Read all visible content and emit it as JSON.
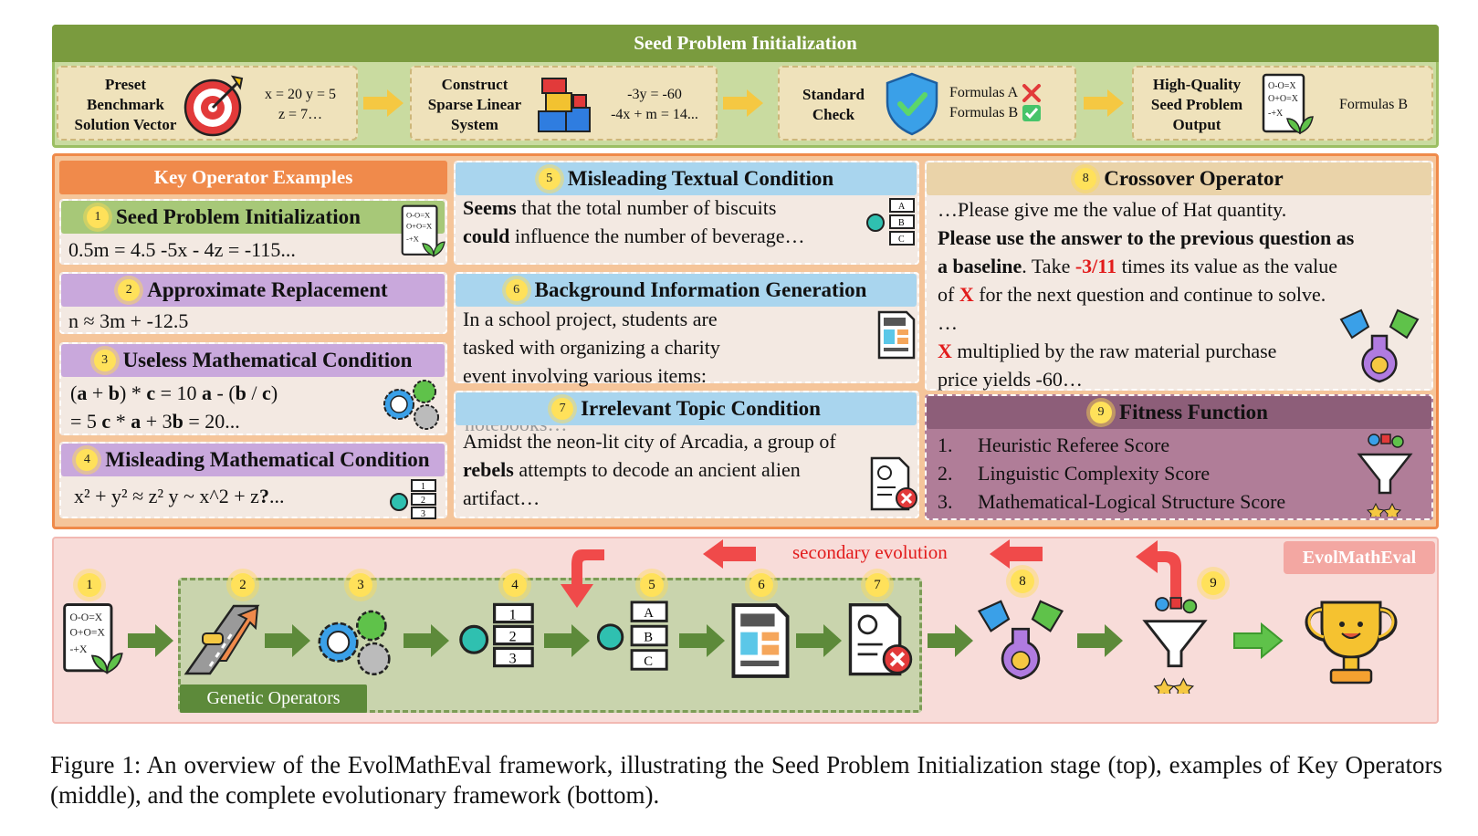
{
  "seed_stage": {
    "title": "Seed Problem Initialization",
    "steps": [
      {
        "label_lines": [
          "Preset",
          "Benchmark",
          "Solution Vector"
        ],
        "example_lines": [
          "x = 20  y = 5",
          "z = 7…"
        ],
        "icon": "target-icon"
      },
      {
        "label_lines": [
          "Construct",
          "Sparse Linear",
          "System"
        ],
        "example_lines": [
          "-3y = -60",
          "-4x + m = 14..."
        ],
        "icon": "blocks-icon"
      },
      {
        "label_lines": [
          "Standard",
          "Check"
        ],
        "example_lines": [
          "Formulas A",
          "Formulas B"
        ],
        "icon": "shield-check-icon"
      },
      {
        "label_lines": [
          "High-Quality",
          "Seed Problem",
          "Output"
        ],
        "example_lines": [
          "Formulas B"
        ],
        "icon": "formula-sheet-icon"
      }
    ],
    "colors": {
      "header": "#7a9b3e",
      "band": "#c9dba0",
      "arrow": "#f5c842"
    }
  },
  "key_operators": {
    "title": "Key Operator Examples",
    "items": [
      {
        "num": "1",
        "title": "Seed Problem Initialization",
        "lines": [
          "0.5m = 4.5  -5x - 4z = -115..."
        ]
      },
      {
        "num": "2",
        "title": "Approximate Replacement",
        "lines": [
          "n ≈ 3m + -12.5"
        ]
      },
      {
        "num": "3",
        "title": "Useless Mathematical Condition",
        "parts": {
          "a": "(",
          "b": "a",
          "c": " + ",
          "d": "b",
          "e": ") * ",
          "f": "c",
          "g": " = 10  ",
          "h": "a",
          "i": " - (",
          "j": "b",
          "k": " / ",
          "l": "c",
          "m": ")",
          "n": "= 5  ",
          "o": "c",
          "p": " * ",
          "q": "a",
          "r": " + 3",
          "s": "b",
          "t": " = 20..."
        }
      },
      {
        "num": "4",
        "title": "Misleading Mathematical Condition",
        "parts": {
          "a": "x² + y² ≈ z²  y ~ x^2 + z",
          "b": "?",
          "c": "..."
        }
      },
      {
        "num": "5",
        "title": "Misleading Textual Condition",
        "parts": {
          "a": "Seems",
          "b": " that the total number of biscuits",
          "c": "could",
          "d": " influence the number of beverage…"
        }
      },
      {
        "num": "6",
        "title": "Background Information Generation",
        "lines": [
          "In a school project, students are",
          "tasked with organizing a charity",
          "event involving various items:"
        ]
      },
      {
        "num": "7",
        "title": "Irrelevant Topic Condition",
        "parts": {
          "a": "notebooks…",
          "b": "Amidst the neon-lit city of Arcadia, a group of",
          "c": "rebels",
          "d": " attempts to decode an ancient alien",
          "e": "artifact…"
        }
      },
      {
        "num": "8",
        "title": "Crossover Operator",
        "parts": {
          "a": "…Please give me the value of Hat quantity.",
          "b": "Please use the answer to the previous question as",
          "c": "a baseline",
          "d": ". Take ",
          "e": "-3/11",
          "f": " times its value as the value",
          "g": "of ",
          "h": "X",
          "i": " for the next question and continue to solve.",
          "j": "…",
          "k": "X",
          "l": " multiplied by the raw material purchase",
          "m": "price yields -60…"
        }
      },
      {
        "num": "9",
        "title": "Fitness Function",
        "list": [
          {
            "n": "1.",
            "t": "Heuristic Referee Score"
          },
          {
            "n": "2.",
            "t": "Linguistic Complexity Score"
          },
          {
            "n": "3.",
            "t": "Mathematical-Logical Structure Score"
          }
        ]
      }
    ],
    "colors": {
      "band": "#f5c59a",
      "border": "#ef8a4a",
      "title_bg": "#f08a4b"
    }
  },
  "evolution": {
    "tag": "EvolMathEval",
    "secondary_label": "secondary evolution",
    "genetic_label": "Genetic Operators",
    "stage_numbers": [
      "1",
      "2",
      "3",
      "4",
      "5",
      "6",
      "7",
      "8",
      "9"
    ],
    "icons": [
      "formula-sheet-icon",
      "road-icon",
      "gears-icon",
      "numbered-list-icon",
      "abc-list-icon",
      "layout-doc-icon",
      "rejected-doc-icon",
      "flasks-icon",
      "funnel-icon",
      "trophy-icon"
    ],
    "colors": {
      "band": "#f8dcd9",
      "arrow": "#5d8a3a",
      "final_arrow": "#5fc24a",
      "feedback": "#f04a4a"
    }
  },
  "caption": "Figure 1: An overview of the EvolMathEval framework, illustrating the Seed Problem Initialization stage (top), examples of Key Operators (middle), and the complete evolutionary framework (bottom)."
}
